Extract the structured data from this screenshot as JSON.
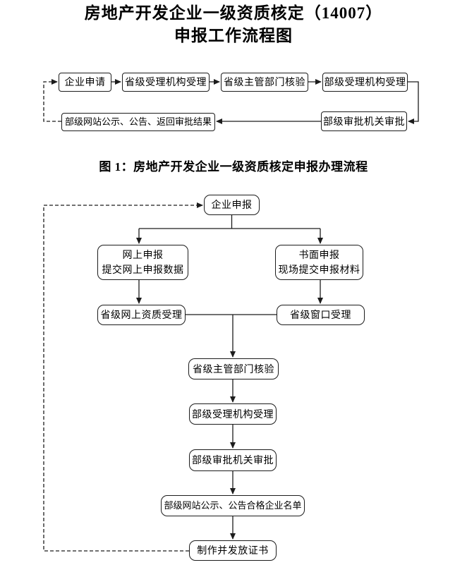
{
  "page": {
    "title": "房地产开发企业一级资质核定（14007）\n申报工作流程图",
    "caption": "图 1：房地产开发企业一级资质核定申报办理流程"
  },
  "flow1": {
    "nodes": {
      "enterprise_apply": "企业申请",
      "provincial_accept": "省级受理机构受理",
      "provincial_verify": "省级主管部门核验",
      "ministry_accept": "部级受理机构受理",
      "ministry_approve": "部级审批机关审批",
      "ministry_publish": "部级网站公示、公告、返回审批结果"
    }
  },
  "flow2": {
    "nodes": {
      "enterprise_declare": "企业申报",
      "online_declare": "网上申报\n提交网上申报数据",
      "paper_declare": "书面申报\n现场提交申报材料",
      "provincial_online_accept": "省级网上资质受理",
      "provincial_window_accept": "省级窗口受理",
      "provincial_verify": "省级主管部门核验",
      "ministry_accept": "部级受理机构受理",
      "ministry_approve": "部级审批机关审批",
      "ministry_publish": "部级网站公示、公告合格企业名单",
      "issue_certificate": "制作并发放证书"
    }
  }
}
